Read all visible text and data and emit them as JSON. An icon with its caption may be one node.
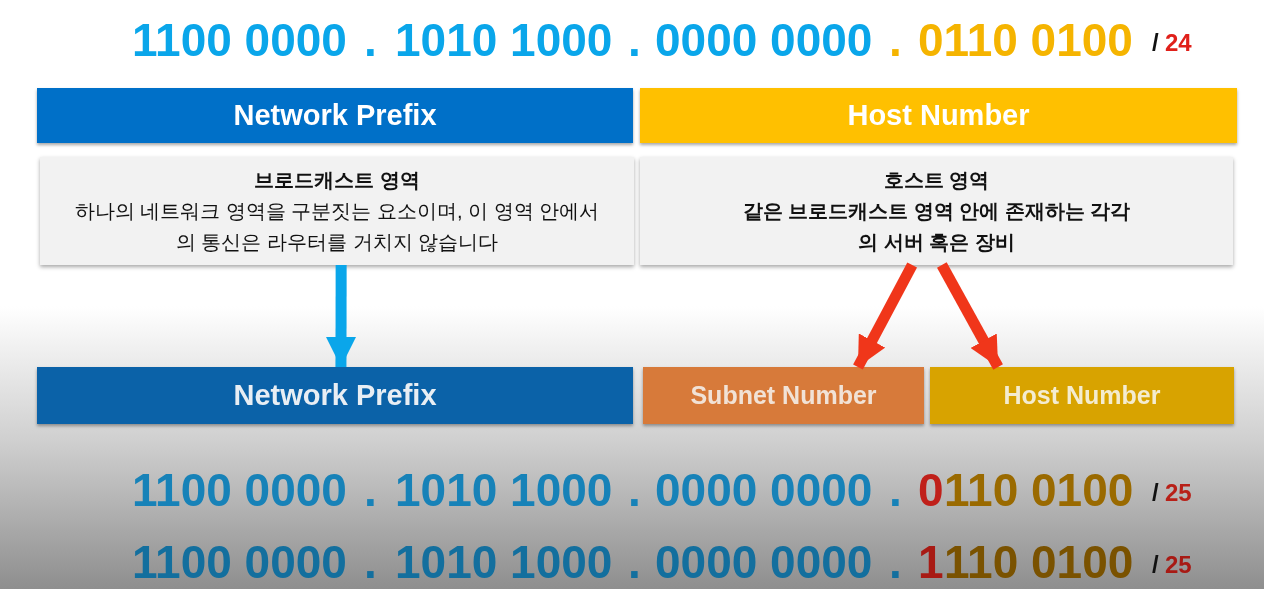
{
  "diagram": {
    "nodes": [
      {
        "text": [
          "Network Prefix"
        ]
      },
      {
        "text": [
          "Host Number"
        ]
      },
      {
        "text": [
          "브로드캐스트 영역",
          "하나의 네트워크 영역을 구분짓는 요소이며, 이 영역 안에서의 통신은 라우터를 거치지 않습니다"
        ]
      },
      {
        "text": [
          "호스트 영역",
          "같은 브로드캐스트 영역 안에 존재하는 각각의 서버 혹은 장비"
        ]
      },
      {
        "text": [
          "Network Prefix"
        ]
      },
      {
        "text": [
          "Subnet Number"
        ]
      },
      {
        "text": [
          "Host Number"
        ]
      }
    ],
    "edges": [
      {
        "from": 2,
        "to": 4,
        "arrow": "to",
        "color": "#0aa6ea"
      },
      {
        "from": 3,
        "to": 5,
        "arrow": "to",
        "color": "#f0361a"
      },
      {
        "from": 3,
        "to": 6,
        "arrow": "to",
        "color": "#f0361a"
      }
    ],
    "labels": [
      "1100 0000",
      ".",
      "1010 1000",
      ".",
      "0000 0000",
      ".",
      "0110 0100",
      "/",
      "24",
      "1100 0000",
      ".",
      "1010 1000",
      ".",
      "0000 0000",
      ".",
      "0",
      "110 0100",
      "/",
      "25",
      "1100 0000",
      ".",
      "1010 1000",
      ".",
      "0000 0000",
      ".",
      "1",
      "110 0100",
      "/",
      "25"
    ]
  }
}
